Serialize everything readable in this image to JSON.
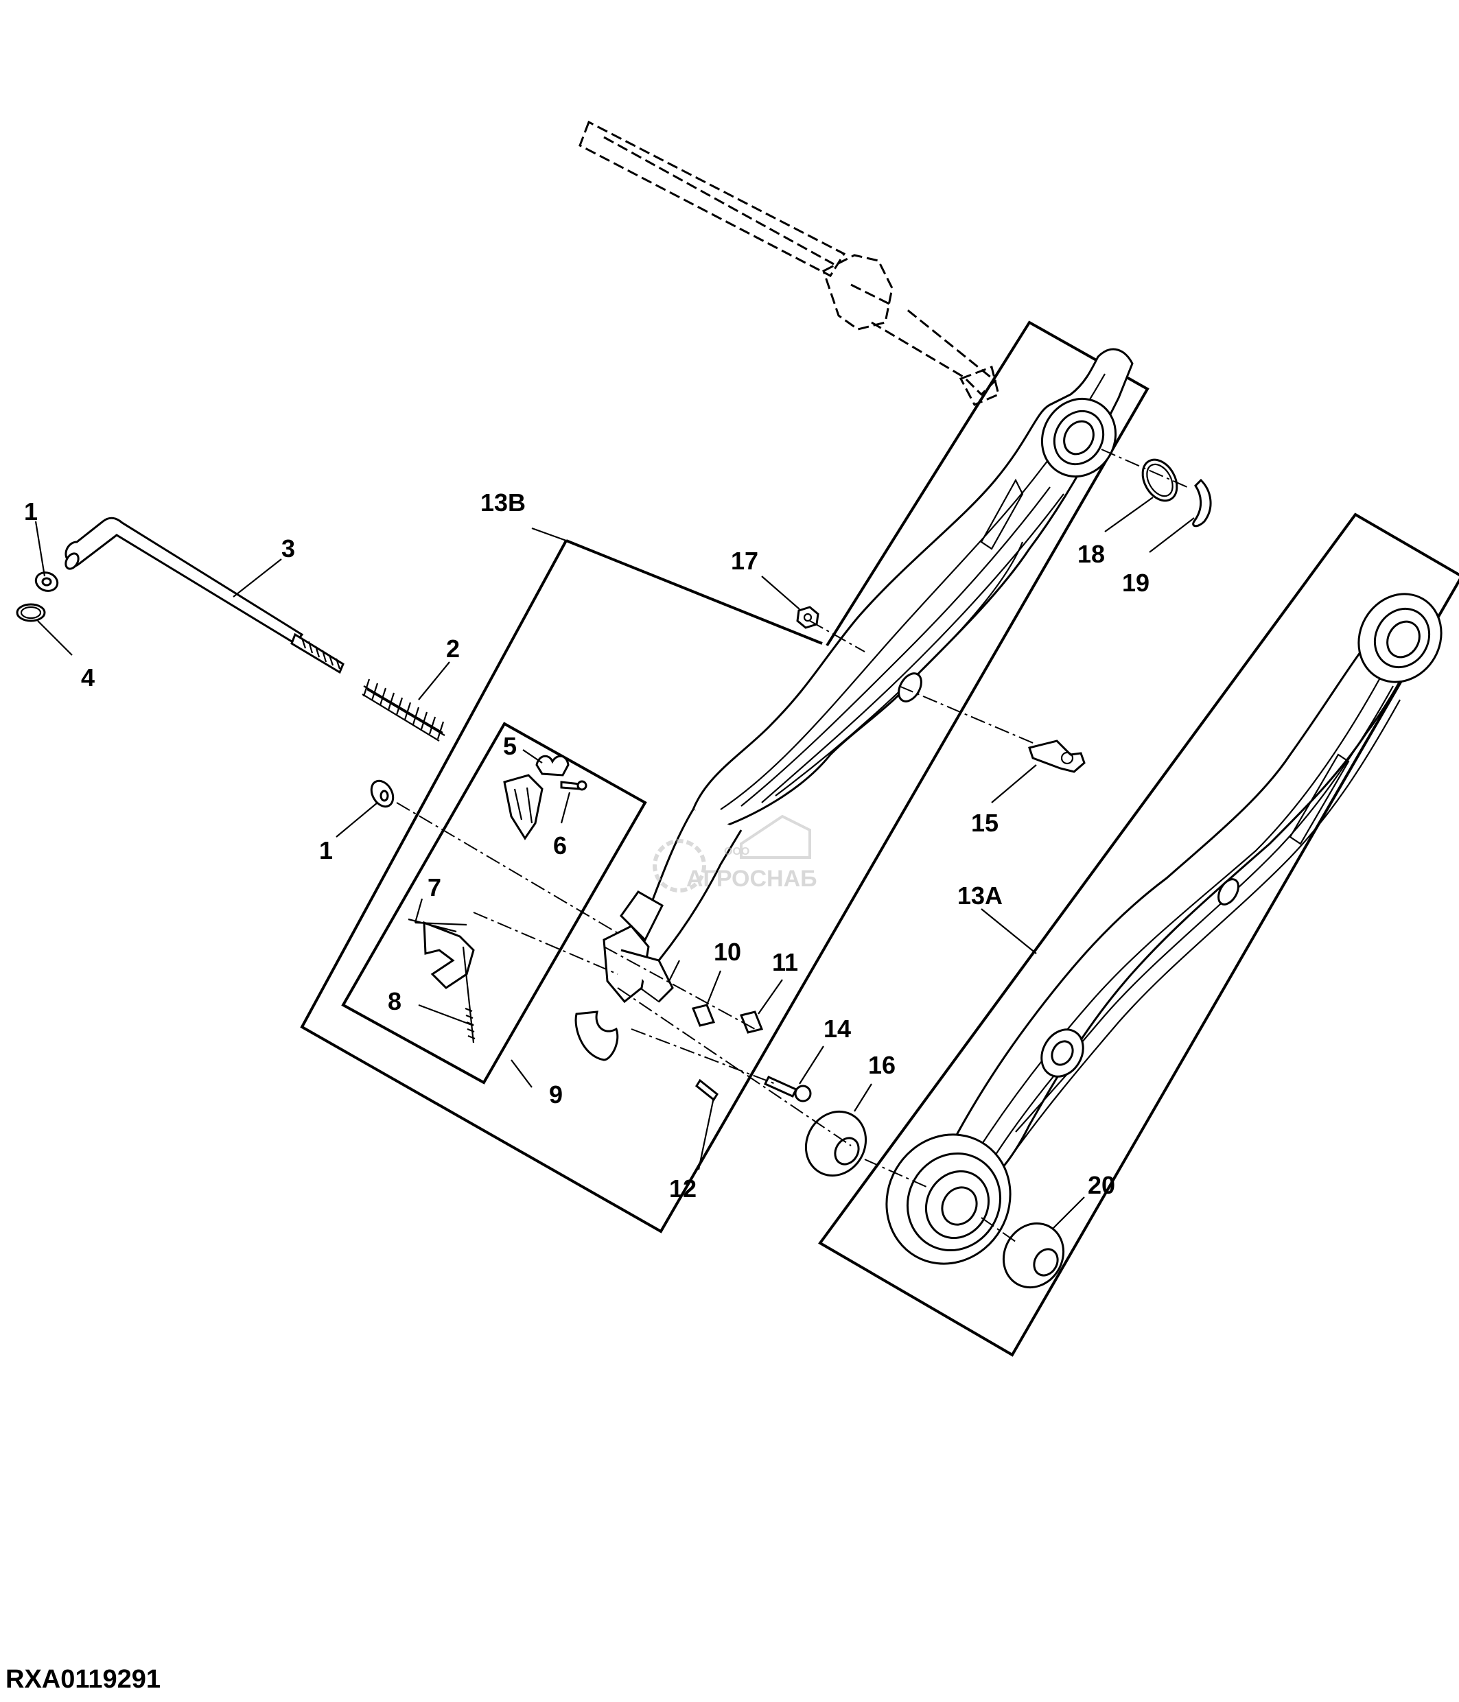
{
  "figure_code": "RXA0119291",
  "watermark": {
    "brand": "АГРОСНАБ",
    "prefix": "ООО"
  },
  "callouts": [
    {
      "id": "c1a",
      "label": "1"
    },
    {
      "id": "c4",
      "label": "4"
    },
    {
      "id": "c3",
      "label": "3"
    },
    {
      "id": "c2",
      "label": "2"
    },
    {
      "id": "c13b",
      "label": "13B"
    },
    {
      "id": "c17",
      "label": "17"
    },
    {
      "id": "c18",
      "label": "18"
    },
    {
      "id": "c19",
      "label": "19"
    },
    {
      "id": "c5",
      "label": "5"
    },
    {
      "id": "c6",
      "label": "6"
    },
    {
      "id": "c1b",
      "label": "1"
    },
    {
      "id": "c15",
      "label": "15"
    },
    {
      "id": "c13a",
      "label": "13A"
    },
    {
      "id": "c7",
      "label": "7"
    },
    {
      "id": "c10",
      "label": "10"
    },
    {
      "id": "c11",
      "label": "11"
    },
    {
      "id": "c8",
      "label": "8"
    },
    {
      "id": "c14",
      "label": "14"
    },
    {
      "id": "c16",
      "label": "16"
    },
    {
      "id": "c9",
      "label": "9"
    },
    {
      "id": "c12",
      "label": "12"
    },
    {
      "id": "c20",
      "label": "20"
    }
  ]
}
